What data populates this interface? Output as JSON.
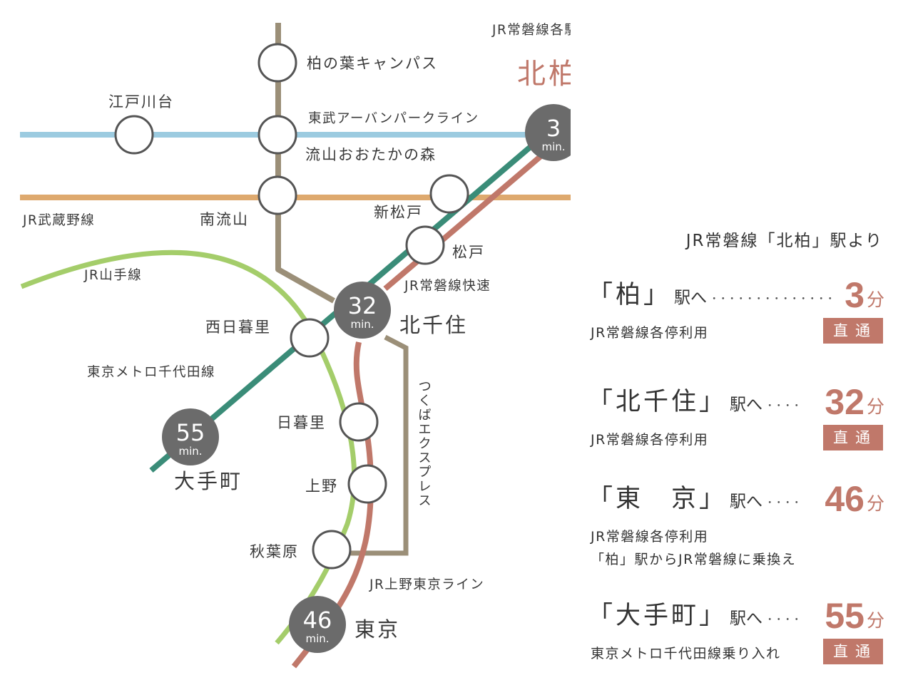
{
  "map": {
    "lines": {
      "tokiwa_local": "JR常磐線各駅停車",
      "urban_park": "東武アーバンパークライン",
      "musashino": "JR武蔵野線",
      "yamanote": "JR山手線",
      "tokiwa_rapid": "JR常磐線快速",
      "chiyoda": "東京メトロ千代田線",
      "tsukuba": "つくばエクスプレス",
      "ueno_tokyo": "JR上野東京ライン"
    },
    "stations": {
      "kitakashiwa": "北柏",
      "kashiwa": "柏",
      "kashiwanoha": "柏の葉キャンパス",
      "edogawadai": "江戸川台",
      "nagareyama_otakanomori": "流山おおたかの森",
      "minami_nagareyama": "南流山",
      "shin_matsudo": "新松戸",
      "matsudo": "松戸",
      "kita_senju": "北千住",
      "nishi_nippori": "西日暮里",
      "nippori": "日暮里",
      "ueno": "上野",
      "akihabara": "秋葉原",
      "tokyo": "東京",
      "otemachi": "大手町"
    },
    "times": {
      "kashiwa": "3",
      "kita_senju": "32",
      "tokyo": "46",
      "otemachi": "55",
      "unit": "min."
    },
    "colors": {
      "tokiwa_green": "#3a8c78",
      "tokiwa_red": "#c0786a",
      "urban_park_blue": "#9ccbe0",
      "musashino_orange": "#dea96e",
      "tsukuba_gray": "#9b8f78",
      "yamanote_green": "#a4cd6a",
      "time_badge": "#6b6b6b",
      "origin_station": "#c0786a"
    }
  },
  "panel": {
    "title": "JR常磐線「北柏」駅より",
    "routes": [
      {
        "dest": "「柏」",
        "suffix": "駅へ",
        "dots": "･･････････････",
        "time": "3",
        "unit": "分",
        "notes": [
          "JR常磐線各停利用"
        ],
        "badge": "直通"
      },
      {
        "dest": "「北千住」",
        "suffix": "駅へ",
        "dots": "････",
        "time": "32",
        "unit": "分",
        "notes": [
          "JR常磐線各停利用"
        ],
        "badge": "直通"
      },
      {
        "dest": "「東　京」",
        "suffix": "駅へ",
        "dots": "････",
        "time": "46",
        "unit": "分",
        "notes": [
          "JR常磐線各停利用",
          "「柏」駅からJR常磐線に乗換え"
        ]
      },
      {
        "dest": "「大手町」",
        "suffix": "駅へ",
        "dots": "････",
        "time": "55",
        "unit": "分",
        "notes": [
          "東京メトロ千代田線乗り入れ"
        ],
        "badge": "直通"
      }
    ]
  }
}
